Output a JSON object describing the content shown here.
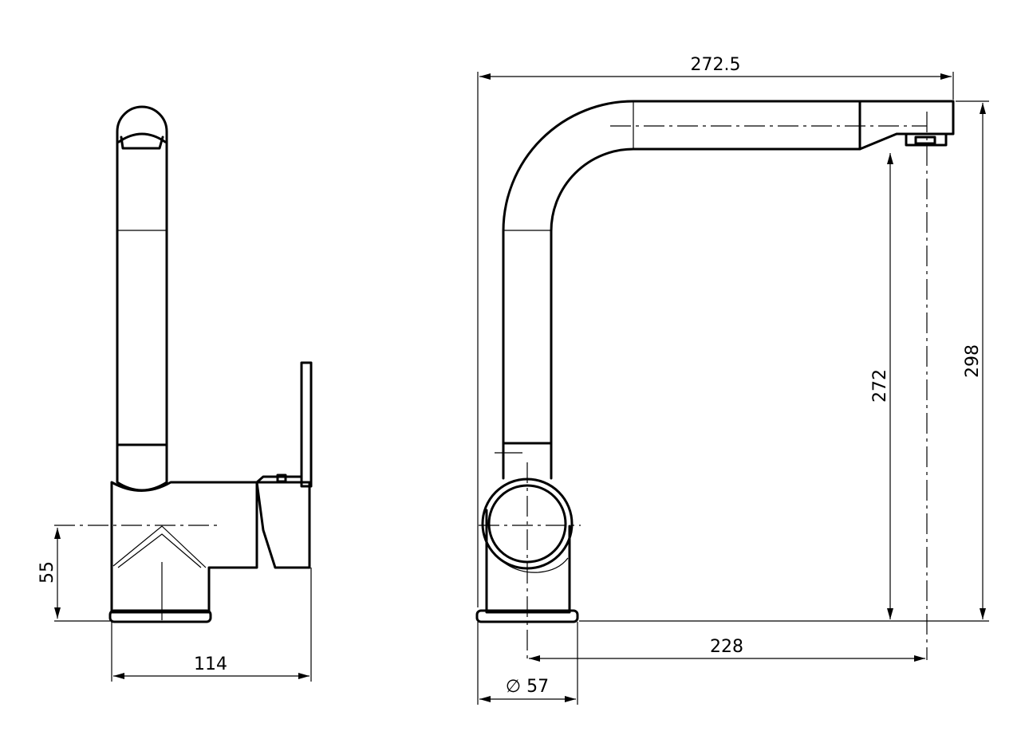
{
  "drawing": {
    "colors": {
      "line": "#000000",
      "background": "#ffffff"
    },
    "side_view": {
      "dimensions": {
        "base_height": "55",
        "base_width": "114"
      }
    },
    "front_view": {
      "dimensions": {
        "total_reach": "272.5",
        "spout_clearance": "272",
        "total_height": "298",
        "spout_reach": "228",
        "base_diameter": "∅ 57"
      }
    }
  }
}
